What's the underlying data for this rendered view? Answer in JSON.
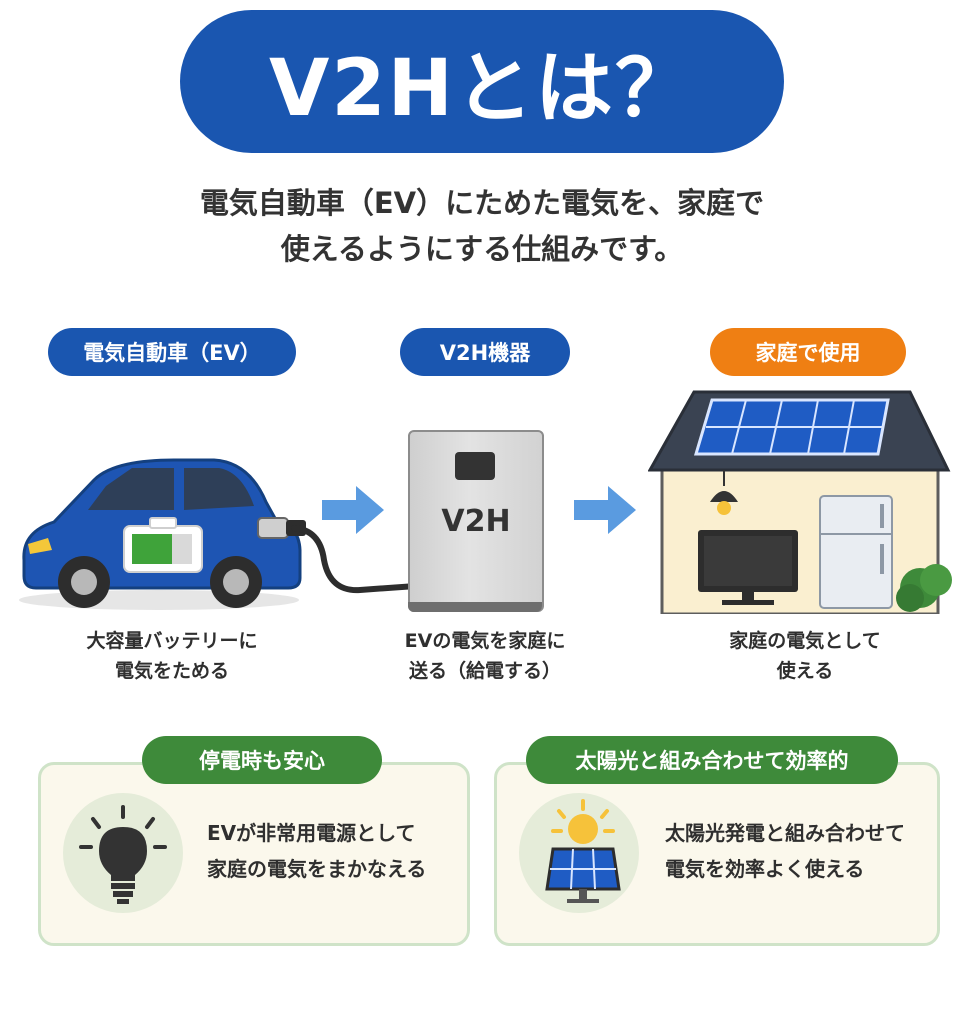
{
  "header": {
    "title": "V2Hとは？",
    "subtitle_line1": "電気自動車（EV）にためた電気を、家庭で",
    "subtitle_line2": "使えるようにする仕組みです。"
  },
  "steps": [
    {
      "label": "電気自動車（EV）",
      "caption_line1": "大容量バッテリーに",
      "caption_line2": "電気をためる",
      "color": "#1a56b0"
    },
    {
      "label": "V2H機器",
      "device_text": "V2H",
      "caption_line1": "EVの電気を家庭に",
      "caption_line2": "送る（給電する）",
      "color": "#1a56b0"
    },
    {
      "label": "家庭で使用",
      "caption_line1": "家庭の電気として",
      "caption_line2": "使える",
      "color": "#ef7f13"
    }
  ],
  "benefits": [
    {
      "title": "停電時も安心",
      "line1": "EVが非常用電源として",
      "line2": "家庭の電気をまかなえる",
      "icon": "light-bulb-icon"
    },
    {
      "title": "太陽光と組み合わせて効率的",
      "line1": "太陽光発電と組み合わせて",
      "line2": "電気を効率よく使える",
      "icon": "solar-panel-icon"
    }
  ],
  "colors": {
    "primary": "#1a56b0",
    "accent": "#ef7f13",
    "green": "#3e8a3a",
    "card_bg": "#fbf8ec"
  }
}
